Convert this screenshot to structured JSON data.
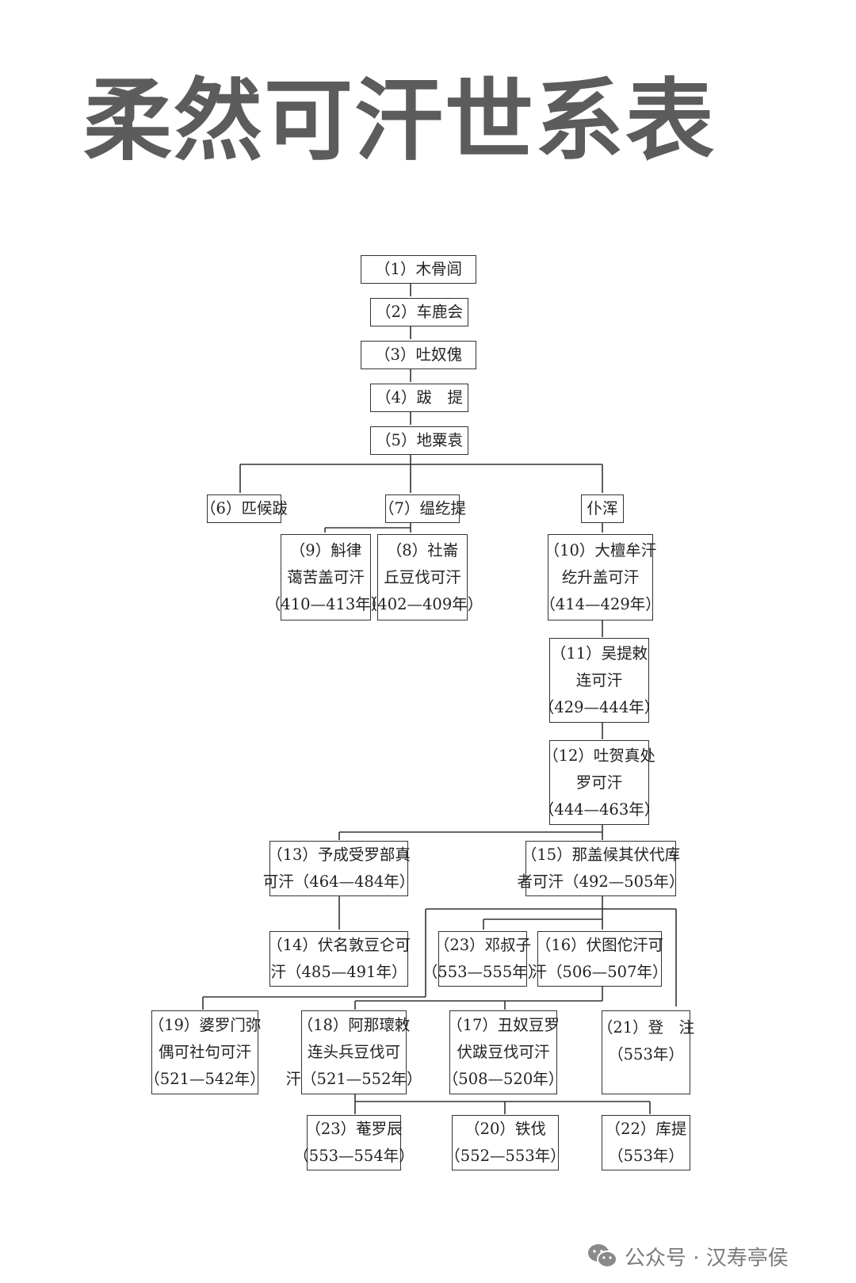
{
  "title": "柔然可汗世系表",
  "watermark": "公众号 · 汉寿亭侯",
  "boxes": {
    "b1": [
      "（1）木骨闾"
    ],
    "b2": [
      "（2）车鹿会"
    ],
    "b3": [
      "（3）吐奴傀"
    ],
    "b4": [
      "（4）跋　提"
    ],
    "b5": [
      "（5）地粟袁"
    ],
    "b6": [
      "（6）匹候跋"
    ],
    "b7": [
      "（7）缊纥提"
    ],
    "bpu": [
      "仆浑"
    ],
    "b9": [
      "（9）斛律",
      "蔼苦盖可汗",
      "（410—413年）"
    ],
    "b8": [
      "（8）社崙",
      "丘豆伐可汗",
      "（402—409年）"
    ],
    "b10": [
      "（10）大檀牟汗",
      "纥升盖可汗",
      "（414—429年）"
    ],
    "b11": [
      "（11）吴提敕",
      "连可汗",
      "（429—444年）"
    ],
    "b12": [
      "（12）吐贺真处",
      "罗可汗",
      "（444—463年）"
    ],
    "b13": [
      "（13）予成受罗部真",
      "可汗（464—484年）"
    ],
    "b15": [
      "（15）那盖候其伏代库",
      "者可汗（492—505年）"
    ],
    "b14": [
      "（14）伏名敦豆仑可",
      "汗（485—491年）"
    ],
    "b23a": [
      "（23）邓叔子",
      "（553—555年）"
    ],
    "b16": [
      "（16）伏图佗汗可",
      "汗（506—507年）"
    ],
    "b19": [
      "（19）婆罗门弥",
      "偶可社句可汗",
      "（521—542年）"
    ],
    "b18": [
      "（18）阿那瓌敕",
      "连头兵豆伐可",
      "汗（521—552年）"
    ],
    "b17": [
      "（17）丑奴豆罗",
      "伏跋豆伐可汗",
      "（508—520年）"
    ],
    "b21": [
      "（21）登　注",
      "（553年）"
    ],
    "b23b": [
      "（23）菴罗辰",
      "（553—554年）"
    ],
    "b20": [
      "（20）铁伐",
      "（552—553年）"
    ],
    "b22": [
      "（22）库提",
      "（553年）"
    ]
  }
}
